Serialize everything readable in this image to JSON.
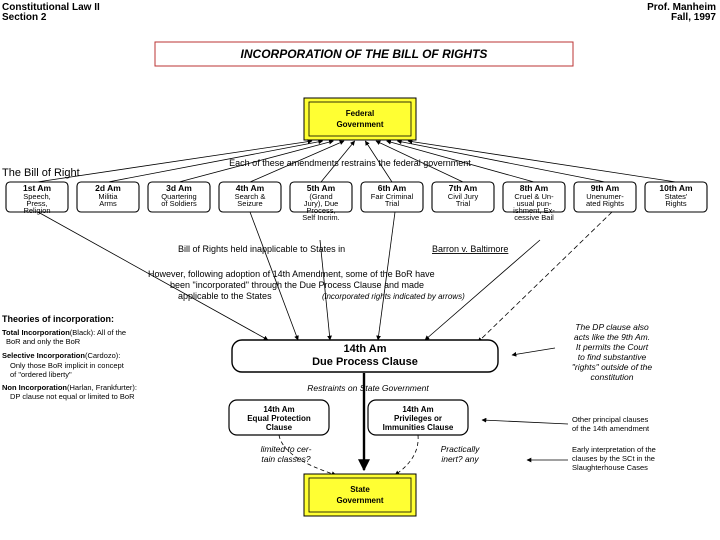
{
  "header": {
    "left": [
      "Constitutional Law II",
      "Section 2"
    ],
    "right": [
      "Prof. Manheim",
      "Fall, 1997"
    ]
  },
  "title": "INCORPORATION OF THE BILL OF RIGHTS",
  "federal": [
    "Federal",
    "Government"
  ],
  "bill_of_rights_label": "The Bill of Right",
  "restrains_text": "Each of these amendments restrains the federal government",
  "amendments": [
    {
      "title": "1st Am",
      "lines": [
        "Speech,",
        "Press,",
        "Religion"
      ]
    },
    {
      "title": "2d Am",
      "lines": [
        "Militia",
        "Arms"
      ]
    },
    {
      "title": "3d Am",
      "lines": [
        "Quartering",
        "of Soldiers"
      ]
    },
    {
      "title": "4th Am",
      "lines": [
        "Search &",
        "Seizure"
      ]
    },
    {
      "title": "5th Am",
      "lines": [
        "(Grand",
        "Jury), Due",
        "Process,",
        "Self Incrim."
      ]
    },
    {
      "title": "6th Am",
      "lines": [
        "Fair Criminal",
        "Trial"
      ]
    },
    {
      "title": "7th Am",
      "lines": [
        "Civil Jury",
        "Trial"
      ]
    },
    {
      "title": "8th Am",
      "lines": [
        "Cruel & Un-",
        "usual pun-",
        "ishment, Ex-",
        "cessive Bail"
      ]
    },
    {
      "title": "9th Am",
      "lines": [
        "Unenumer-",
        "ated Rights"
      ]
    },
    {
      "title": "10th Am",
      "lines": [
        "States'",
        "Rights"
      ]
    }
  ],
  "inapplicable": {
    "text": "Bill of Rights held inapplicable to States in",
    "case": "Barron v. Baltimore"
  },
  "however_lines": [
    "However, following adoption of 14th Amendment, some of the BoR have",
    "been \"incorporated\" through the Due Process Clause and made"
  ],
  "however_last": "applicable to the States",
  "however_italic": "(incorporated rights indicated by arrows)",
  "theories": {
    "title": "Theories of incorporation:",
    "items": [
      {
        "label": "Total Incorporation",
        "author": "(Black):",
        "rest": "All of the",
        "line2": "BoR and only the BoR"
      },
      {
        "label": "Selective Incorporation",
        "author": "(Cardozo):",
        "rest": "",
        "line2": "Only those BoR implicit in concept",
        "line3": "of \"ordered liberty\""
      },
      {
        "label": "Non Incorporation",
        "author": "(Harlan, Frankfurter):",
        "rest": "",
        "line2": "DP clause not equal or limited to BoR"
      }
    ]
  },
  "dp_note": [
    "The DP clause also",
    "acts like the 9th Am.",
    "It permits the Court",
    "to find substantive",
    "\"rights\" outside of the",
    "constitution"
  ],
  "dp_box": [
    "14th Am",
    "Due Process Clause"
  ],
  "restraints_text": "Restraints on State Government",
  "ep_box": [
    "14th Am",
    "Equal Protection",
    "Clause"
  ],
  "pi_box": [
    "14th Am",
    "Privileges or",
    "Immunities Clause"
  ],
  "other_note": [
    "Other principal clauses",
    "of the 14th amendment"
  ],
  "early_note": [
    "Early interpretation of the",
    "clauses by the SCt in the",
    "Slaughterhouse Cases"
  ],
  "limited_note": [
    "limited to cer-",
    "tain classes?"
  ],
  "practically_note": [
    "Practically",
    "inert? any"
  ],
  "state": [
    "State",
    "Government"
  ]
}
